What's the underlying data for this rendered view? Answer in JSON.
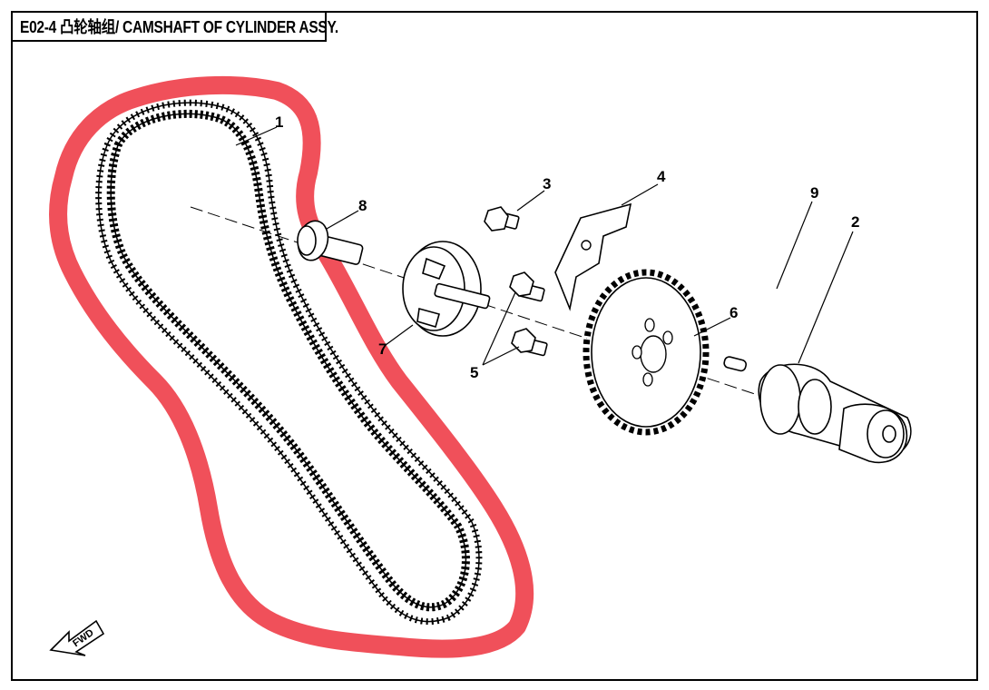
{
  "title": "E02-4 凸轮轴组/ CAMSHAFT OF CYLINDER  ASSY.",
  "fwd_label": "FWD",
  "highlight_color": "#f0505a",
  "callouts": [
    "1",
    "2",
    "3",
    "4",
    "5",
    "6",
    "7",
    "8",
    "9"
  ],
  "parts": [
    {
      "ref": "1",
      "name": "timing-chain"
    },
    {
      "ref": "2",
      "name": "camshaft"
    },
    {
      "ref": "3",
      "name": "bolt"
    },
    {
      "ref": "4",
      "name": "lock-plate"
    },
    {
      "ref": "5",
      "name": "bolts"
    },
    {
      "ref": "6",
      "name": "cam-sprocket"
    },
    {
      "ref": "7",
      "name": "decompressor"
    },
    {
      "ref": "8",
      "name": "pin-shaft"
    },
    {
      "ref": "9",
      "name": "dowel-pin"
    }
  ]
}
